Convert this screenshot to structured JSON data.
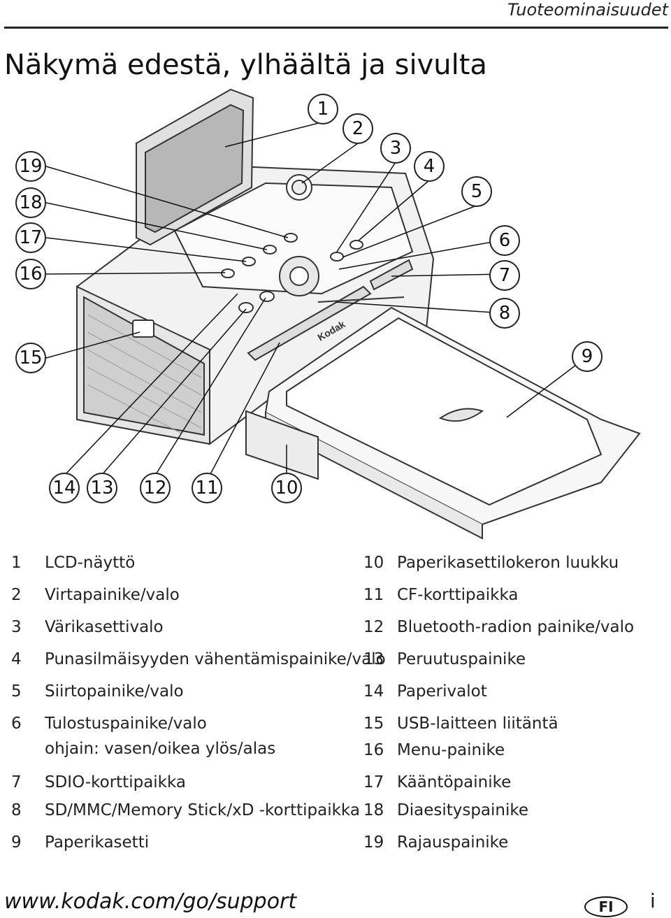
{
  "header": {
    "section": "Tuoteominaisuudet"
  },
  "page_title": "Näkymä edestä, ylhäältä ja sivulta",
  "figure": {
    "brand": "Kodak",
    "callouts": [
      "1",
      "2",
      "3",
      "4",
      "5",
      "6",
      "7",
      "8",
      "9",
      "10",
      "11",
      "12",
      "13",
      "14",
      "15",
      "16",
      "17",
      "18",
      "19"
    ]
  },
  "legend": {
    "left": [
      {
        "num": "1",
        "text": "LCD-näyttö"
      },
      {
        "num": "2",
        "text": "Virtapainike/valo"
      },
      {
        "num": "3",
        "text": "Värikasettivalo"
      },
      {
        "num": "4",
        "text": "Punasilmäisyyden vähentämispainike/valo"
      },
      {
        "num": "5",
        "text": "Siirtopainike/valo"
      },
      {
        "num": "6",
        "text": "Tulostuspainike/valo",
        "sub": "ohjain: vasen/oikea ylös/alas"
      },
      {
        "num": "7",
        "text": "SDIO-korttipaikka"
      },
      {
        "num": "8",
        "text": "SD/MMC/Memory Stick/xD -korttipaikka"
      },
      {
        "num": "9",
        "text": "Paperikasetti"
      }
    ],
    "right": [
      {
        "num": "10",
        "text": "Paperikasettilokeron luukku"
      },
      {
        "num": "11",
        "text": "CF-korttipaikka"
      },
      {
        "num": "12",
        "text": "Bluetooth-radion painike/valo"
      },
      {
        "num": "13",
        "text": "Peruutuspainike"
      },
      {
        "num": "14",
        "text": "Paperivalot"
      },
      {
        "num": "15",
        "text": "USB-laitteen liitäntä"
      },
      {
        "num": "16",
        "text": "Menu-painike"
      },
      {
        "num": "17",
        "text": "Kääntöpainike"
      },
      {
        "num": "18",
        "text": "Diaesityspainike"
      },
      {
        "num": "19",
        "text": "Rajauspainike"
      }
    ]
  },
  "footer": {
    "url": "www.kodak.com/go/support",
    "lang": "FI",
    "page": "i"
  }
}
